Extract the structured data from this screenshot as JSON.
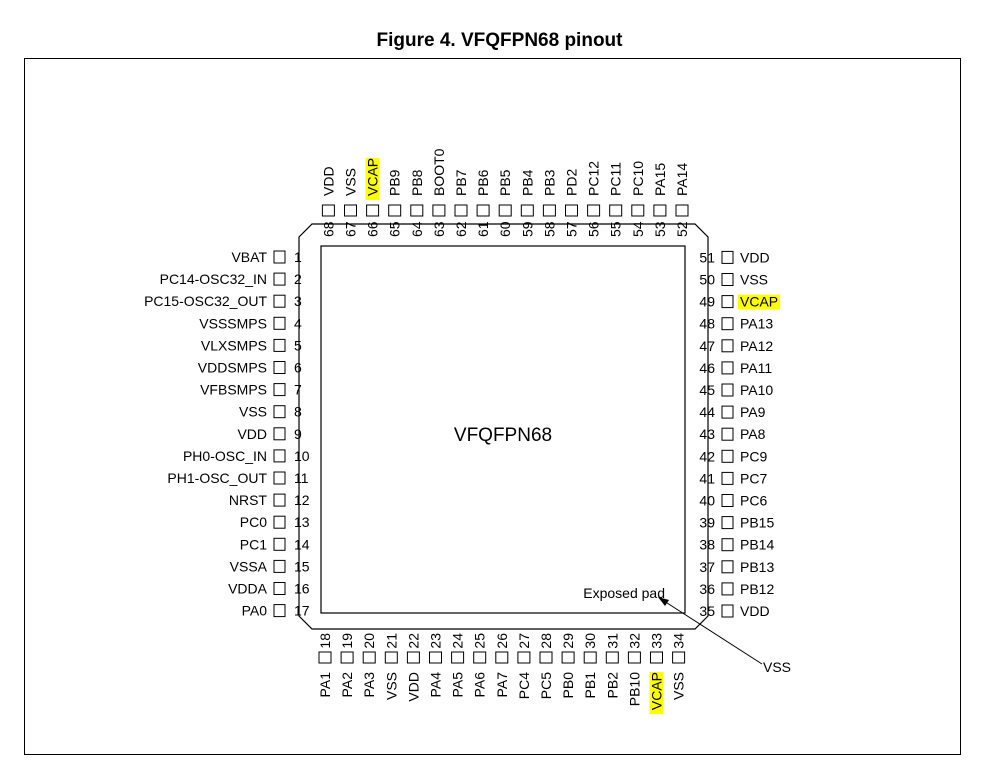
{
  "figure": {
    "title": "Figure 4. VFQFPN68 pinout",
    "package_label": "VFQFPN68",
    "exposed_pad_label": "Exposed pad",
    "exposed_pad_net": "VSS",
    "highlight_color": "#ffff00"
  },
  "pins": {
    "left": [
      {
        "num": "1",
        "name": "VBAT"
      },
      {
        "num": "2",
        "name": "PC14-OSC32_IN"
      },
      {
        "num": "3",
        "name": "PC15-OSC32_OUT"
      },
      {
        "num": "4",
        "name": "VSSSMPS"
      },
      {
        "num": "5",
        "name": "VLXSMPS"
      },
      {
        "num": "6",
        "name": "VDDSMPS"
      },
      {
        "num": "7",
        "name": "VFBSMPS"
      },
      {
        "num": "8",
        "name": "VSS"
      },
      {
        "num": "9",
        "name": "VDD"
      },
      {
        "num": "10",
        "name": "PH0-OSC_IN"
      },
      {
        "num": "11",
        "name": "PH1-OSC_OUT"
      },
      {
        "num": "12",
        "name": "NRST"
      },
      {
        "num": "13",
        "name": "PC0"
      },
      {
        "num": "14",
        "name": "PC1"
      },
      {
        "num": "15",
        "name": "VSSA"
      },
      {
        "num": "16",
        "name": "VDDA"
      },
      {
        "num": "17",
        "name": "PA0"
      }
    ],
    "bottom": [
      {
        "num": "18",
        "name": "PA1"
      },
      {
        "num": "19",
        "name": "PA2"
      },
      {
        "num": "20",
        "name": "PA3"
      },
      {
        "num": "21",
        "name": "VSS"
      },
      {
        "num": "22",
        "name": "VDD"
      },
      {
        "num": "23",
        "name": "PA4"
      },
      {
        "num": "24",
        "name": "PA5"
      },
      {
        "num": "25",
        "name": "PA6"
      },
      {
        "num": "26",
        "name": "PA7"
      },
      {
        "num": "27",
        "name": "PC4"
      },
      {
        "num": "28",
        "name": "PC5"
      },
      {
        "num": "29",
        "name": "PB0"
      },
      {
        "num": "30",
        "name": "PB1"
      },
      {
        "num": "31",
        "name": "PB2"
      },
      {
        "num": "32",
        "name": "PB10"
      },
      {
        "num": "33",
        "name": "VCAP",
        "highlight": true
      },
      {
        "num": "34",
        "name": "VSS"
      }
    ],
    "right": [
      {
        "num": "35",
        "name": "VDD"
      },
      {
        "num": "36",
        "name": "PB12"
      },
      {
        "num": "37",
        "name": "PB13"
      },
      {
        "num": "38",
        "name": "PB14"
      },
      {
        "num": "39",
        "name": "PB15"
      },
      {
        "num": "40",
        "name": "PC6"
      },
      {
        "num": "41",
        "name": "PC7"
      },
      {
        "num": "42",
        "name": "PC9"
      },
      {
        "num": "43",
        "name": "PA8"
      },
      {
        "num": "44",
        "name": "PA9"
      },
      {
        "num": "45",
        "name": "PA10"
      },
      {
        "num": "46",
        "name": "PA11"
      },
      {
        "num": "47",
        "name": "PA12"
      },
      {
        "num": "48",
        "name": "PA13"
      },
      {
        "num": "49",
        "name": "VCAP",
        "highlight": true
      },
      {
        "num": "50",
        "name": "VSS"
      },
      {
        "num": "51",
        "name": "VDD"
      }
    ],
    "top": [
      {
        "num": "52",
        "name": "PA14"
      },
      {
        "num": "53",
        "name": "PA15"
      },
      {
        "num": "54",
        "name": "PC10"
      },
      {
        "num": "55",
        "name": "PC11"
      },
      {
        "num": "56",
        "name": "PC12"
      },
      {
        "num": "57",
        "name": "PD2"
      },
      {
        "num": "58",
        "name": "PB3"
      },
      {
        "num": "59",
        "name": "PB4"
      },
      {
        "num": "60",
        "name": "PB5"
      },
      {
        "num": "61",
        "name": "PB6"
      },
      {
        "num": "62",
        "name": "PB7"
      },
      {
        "num": "63",
        "name": "BOOT0"
      },
      {
        "num": "64",
        "name": "PB8"
      },
      {
        "num": "65",
        "name": "PB9"
      },
      {
        "num": "66",
        "name": "VCAP",
        "highlight": true
      },
      {
        "num": "67",
        "name": "VSS"
      },
      {
        "num": "68",
        "name": "VDD"
      }
    ]
  }
}
